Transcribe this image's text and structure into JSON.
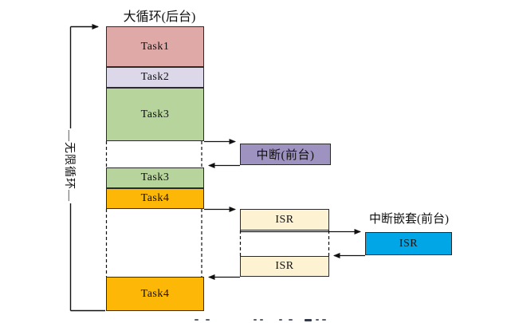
{
  "diagram": {
    "background_loop": {
      "title": "大循环(后台)",
      "loop_label": "—无限循环—",
      "segments": [
        {
          "label": "Task1",
          "color": "#dfa9a8"
        },
        {
          "label": "Task2",
          "color": "#dcd8e9"
        },
        {
          "label": "Task3",
          "color": "#b6d49c"
        },
        {
          "label": "Task3",
          "color": "#b6d49c"
        },
        {
          "label": "Task4",
          "color": "#fcb707"
        },
        {
          "label": "Task4",
          "color": "#fcb707"
        }
      ]
    },
    "foreground": {
      "interrupt_label": "中断(前台)",
      "interrupt_color": "#9e92c0",
      "isr_boxes": [
        {
          "label": "ISR"
        },
        {
          "label": "ISR"
        }
      ],
      "isr_color": "#fdf3d3",
      "nested_title": "中断嵌套(前台)",
      "nested_isr": {
        "label": "ISR"
      },
      "nested_isr_color": "#00a6e6"
    },
    "line_color": "#111111",
    "border_color": "#2a2a2a"
  }
}
